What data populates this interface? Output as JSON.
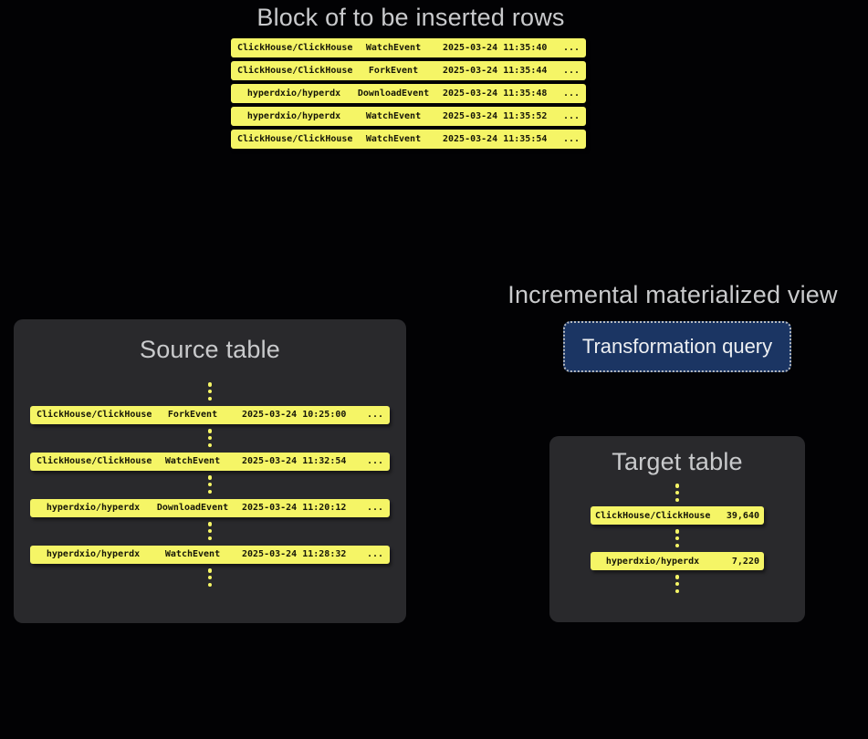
{
  "colors": {
    "background": "#020204",
    "panel": "#29292c",
    "row_yellow": "#f5f566",
    "row_text": "#161608",
    "title_gray": "#c9cacc",
    "button_blue": "#1b3563",
    "button_border": "#b6bac0",
    "button_text": "#edeff2"
  },
  "insert_block": {
    "title": "Block of to be inserted rows",
    "rows": [
      {
        "repo": "ClickHouse/ClickHouse",
        "event": "WatchEvent",
        "timestamp": "2025-03-24 11:35:40",
        "more": "..."
      },
      {
        "repo": "ClickHouse/ClickHouse",
        "event": "ForkEvent",
        "timestamp": "2025-03-24 11:35:44",
        "more": "..."
      },
      {
        "repo": "hyperdxio/hyperdx",
        "event": "DownloadEvent",
        "timestamp": "2025-03-24 11:35:48",
        "more": "..."
      },
      {
        "repo": "hyperdxio/hyperdx",
        "event": "WatchEvent",
        "timestamp": "2025-03-24 11:35:52",
        "more": "..."
      },
      {
        "repo": "ClickHouse/ClickHouse",
        "event": "WatchEvent",
        "timestamp": "2025-03-24 11:35:54",
        "more": "..."
      }
    ]
  },
  "source_table": {
    "title": "Source table",
    "rows": [
      {
        "repo": "ClickHouse/ClickHouse",
        "event": "ForkEvent",
        "timestamp": "2025-03-24 10:25:00",
        "more": "..."
      },
      {
        "repo": "ClickHouse/ClickHouse",
        "event": "WatchEvent",
        "timestamp": "2025-03-24 11:32:54",
        "more": "..."
      },
      {
        "repo": "hyperdxio/hyperdx",
        "event": "DownloadEvent",
        "timestamp": "2025-03-24 11:20:12",
        "more": "..."
      },
      {
        "repo": "hyperdxio/hyperdx",
        "event": "WatchEvent",
        "timestamp": "2025-03-24 11:28:32",
        "more": "..."
      }
    ]
  },
  "materialized_view": {
    "title": "Incremental materialized view",
    "button_label": "Transformation query"
  },
  "target_table": {
    "title": "Target table",
    "rows": [
      {
        "repo": "ClickHouse/ClickHouse",
        "count": "39,640"
      },
      {
        "repo": "hyperdxio/hyperdx",
        "count": "7,220"
      }
    ]
  }
}
